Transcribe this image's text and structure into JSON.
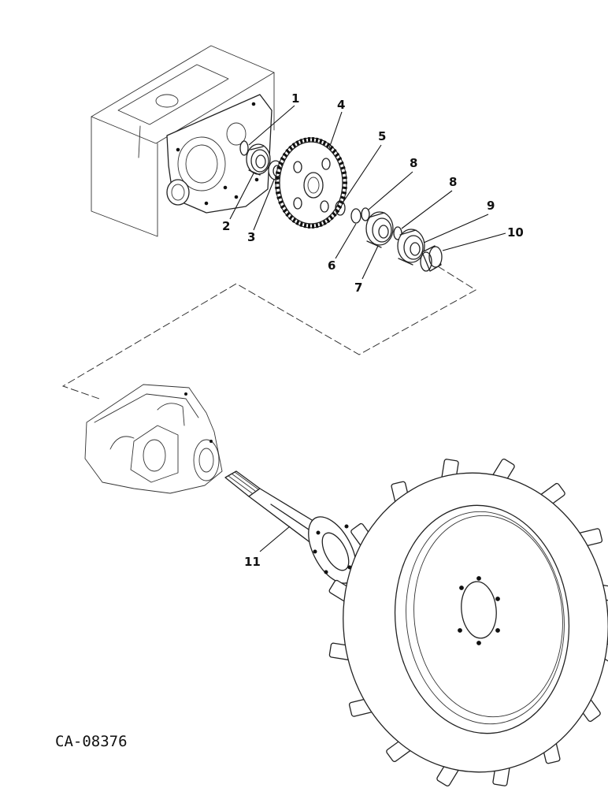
{
  "figure": {
    "id": "CA-08376"
  },
  "callouts": [
    {
      "number": "1"
    },
    {
      "number": "2"
    },
    {
      "number": "3"
    },
    {
      "number": "4"
    },
    {
      "number": "5"
    },
    {
      "number": "6"
    },
    {
      "number": "7"
    },
    {
      "number": "8"
    },
    {
      "number": "8"
    },
    {
      "number": "9"
    },
    {
      "number": "10"
    },
    {
      "number": "11"
    }
  ],
  "parts_icons": [
    "gearbox-housing-icon",
    "gear-icon",
    "bearing-icon",
    "snap-ring-icon",
    "spacer-icon",
    "axle-shaft-icon",
    "wheel-tire-icon"
  ]
}
